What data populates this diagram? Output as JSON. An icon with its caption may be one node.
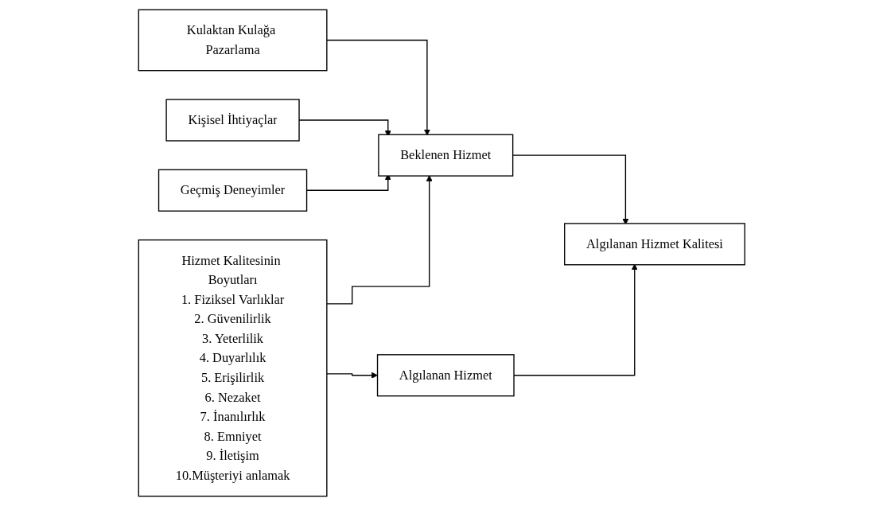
{
  "diagram": {
    "nodes": [
      {
        "text": [
          "Hizmet Kalitesinin Boyutları",
          "1. Fiziksel Varlıklar",
          "2. Güvenilirlik",
          "3. Yeterlilik",
          "4. Duyarlılık",
          "5. Erişilirlik",
          "6. Nezaket",
          "7. İnanılırlık",
          "8. Emniyet",
          "9. İletişim",
          "10.Müşteriyi anlamak"
        ]
      },
      {
        "text": [
          "Kulaktan Kulağa Pazarlama"
        ]
      },
      {
        "text": [
          "Kişisel İhtiyaçlar"
        ]
      },
      {
        "text": [
          "Geçmiş Deneyimler"
        ]
      },
      {
        "text": [
          "Beklenen Hizmet"
        ]
      },
      {
        "text": [
          "Algılanan Hizmet"
        ]
      },
      {
        "text": [
          "Algılanan Hizmet Kalitesi"
        ]
      }
    ],
    "edges": [
      {
        "from": 1,
        "to": 4,
        "arrow": "to"
      },
      {
        "from": 2,
        "to": 4,
        "arrow": "to"
      },
      {
        "from": 3,
        "to": 4,
        "arrow": "to"
      },
      {
        "from": 0,
        "to": 4,
        "arrow": "to"
      },
      {
        "from": 0,
        "to": 5,
        "arrow": "to"
      },
      {
        "from": 4,
        "to": 6,
        "arrow": "to"
      },
      {
        "from": 5,
        "to": 6,
        "arrow": "to"
      }
    ]
  }
}
